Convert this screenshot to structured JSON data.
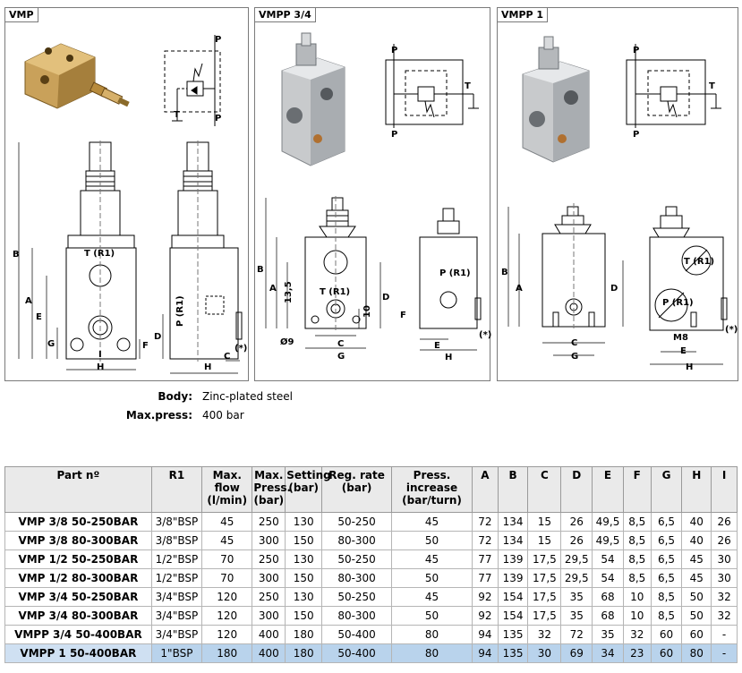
{
  "panels": {
    "vmp": {
      "title": "VMP",
      "labels": {
        "b": "B",
        "a": "A",
        "e": "E",
        "g": "G",
        "i": "I",
        "h": "H",
        "t_r1": "T (R1)",
        "f": "F",
        "p_r1": "P (R1)",
        "d": "D",
        "c": "C",
        "h2": "H",
        "star": "(*)",
        "p_top": "P",
        "t_bot": "T",
        "p_bot": "P"
      }
    },
    "vmpp34": {
      "title": "VMPP 3/4",
      "labels": {
        "b": "B",
        "a": "A",
        "d135": "13,5",
        "t_r1": "T (R1)",
        "d10": "10",
        "d": "D",
        "phi9": "Ø9",
        "c": "C",
        "g": "G",
        "e": "E",
        "h": "H",
        "p_r1": "P (R1)",
        "f": "F",
        "star": "(*)",
        "p_top": "P",
        "t_side": "T",
        "p_bot": "P"
      }
    },
    "vmpp1": {
      "title": "VMPP 1",
      "labels": {
        "b": "B",
        "a": "A",
        "c": "C",
        "g": "G",
        "t_r1": "T (R1)",
        "d": "D",
        "p_r1": "P (R1)",
        "m8": "M8",
        "e": "E",
        "h": "H",
        "star": "(*)",
        "p_top": "P",
        "t_side": "T",
        "p_bot": "P"
      }
    }
  },
  "specs": {
    "body_label": "Body:",
    "body_value": "Zinc-plated steel",
    "press_label": "Max.press:",
    "press_value": "400 bar"
  },
  "table": {
    "headers": [
      "Part nº",
      "R1",
      "Max. flow (l/min)",
      "Max. Press. (bar)",
      "Setting (bar)",
      "Reg. rate (bar)",
      "Press. increase (bar/turn)",
      "A",
      "B",
      "C",
      "D",
      "E",
      "F",
      "G",
      "H",
      "I"
    ],
    "rows": [
      [
        "VMP 3/8 50-250BAR",
        "3/8\"BSP",
        "45",
        "250",
        "130",
        "50-250",
        "45",
        "72",
        "134",
        "15",
        "26",
        "49,5",
        "8,5",
        "6,5",
        "40",
        "26"
      ],
      [
        "VMP 3/8 80-300BAR",
        "3/8\"BSP",
        "45",
        "300",
        "150",
        "80-300",
        "50",
        "72",
        "134",
        "15",
        "26",
        "49,5",
        "8,5",
        "6,5",
        "40",
        "26"
      ],
      [
        "VMP 1/2 50-250BAR",
        "1/2\"BSP",
        "70",
        "250",
        "130",
        "50-250",
        "45",
        "77",
        "139",
        "17,5",
        "29,5",
        "54",
        "8,5",
        "6,5",
        "45",
        "30"
      ],
      [
        "VMP 1/2 80-300BAR",
        "1/2\"BSP",
        "70",
        "300",
        "150",
        "80-300",
        "50",
        "77",
        "139",
        "17,5",
        "29,5",
        "54",
        "8,5",
        "6,5",
        "45",
        "30"
      ],
      [
        "VMP 3/4 50-250BAR",
        "3/4\"BSP",
        "120",
        "250",
        "130",
        "50-250",
        "45",
        "92",
        "154",
        "17,5",
        "35",
        "68",
        "10",
        "8,5",
        "50",
        "32"
      ],
      [
        "VMP 3/4 80-300BAR",
        "3/4\"BSP",
        "120",
        "300",
        "150",
        "80-300",
        "50",
        "92",
        "154",
        "17,5",
        "35",
        "68",
        "10",
        "8,5",
        "50",
        "32"
      ],
      [
        "VMPP 3/4 50-400BAR",
        "3/4\"BSP",
        "120",
        "400",
        "180",
        "50-400",
        "80",
        "94",
        "135",
        "32",
        "72",
        "35",
        "32",
        "60",
        "60",
        "-"
      ],
      [
        "VMPP 1 50-400BAR",
        "1\"BSP",
        "180",
        "400",
        "180",
        "50-400",
        "80",
        "94",
        "135",
        "30",
        "69",
        "34",
        "23",
        "60",
        "80",
        "-"
      ]
    ]
  }
}
